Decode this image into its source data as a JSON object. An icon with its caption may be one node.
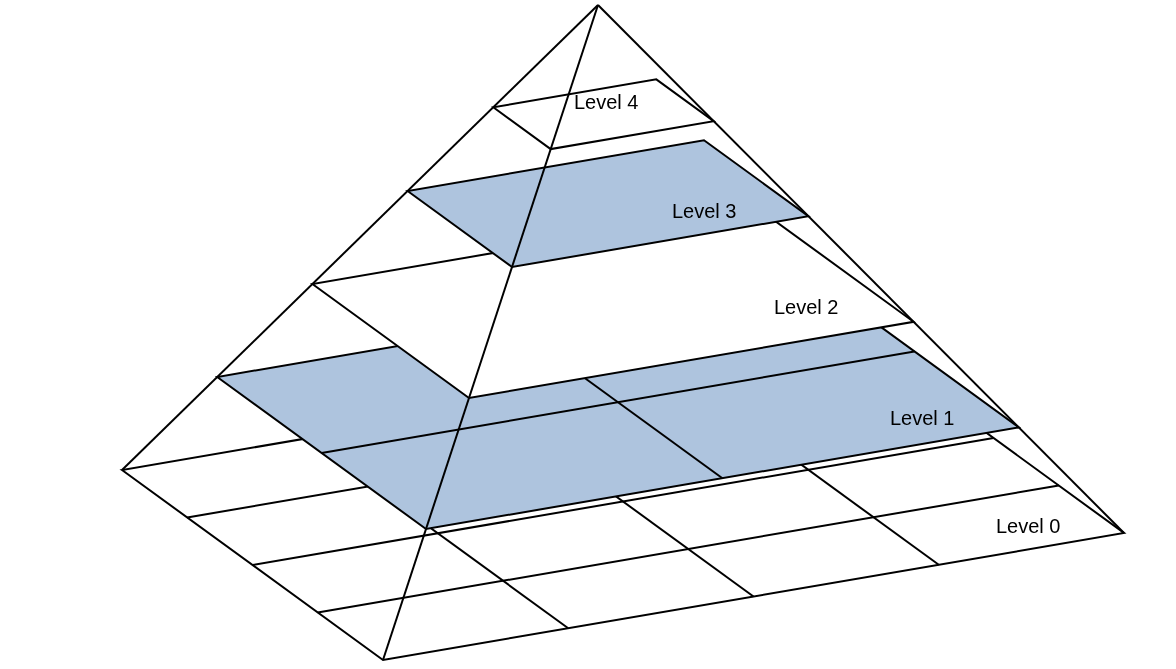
{
  "diagram": {
    "labels": [
      "Level 4",
      "Level 3",
      "Level 2",
      "Level 1",
      "Level 0"
    ]
  }
}
